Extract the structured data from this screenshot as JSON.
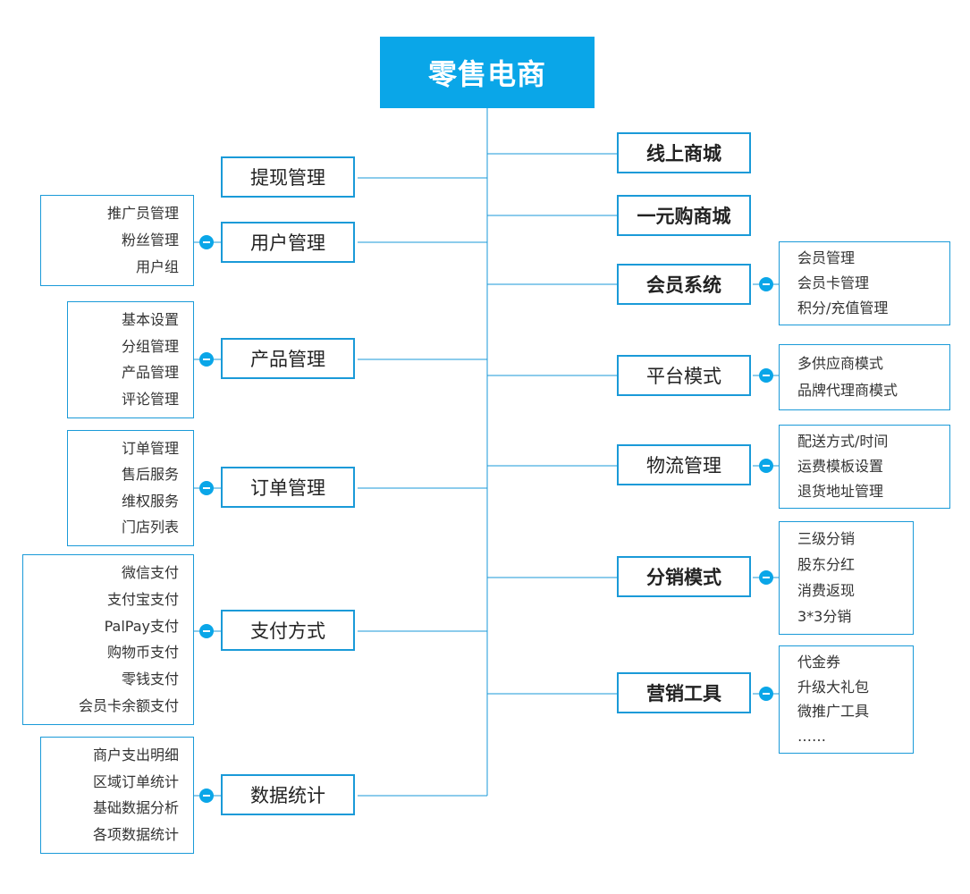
{
  "root": {
    "title": "零售电商"
  },
  "left_modules": [
    {
      "label": "提现管理",
      "items": []
    },
    {
      "label": "用户管理",
      "items": [
        "推广员管理",
        "粉丝管理",
        "用户组"
      ]
    },
    {
      "label": "产品管理",
      "items": [
        "基本设置",
        "分组管理",
        "产品管理",
        "评论管理"
      ]
    },
    {
      "label": "订单管理",
      "items": [
        "订单管理",
        "售后服务",
        "维权服务",
        "门店列表"
      ]
    },
    {
      "label": "支付方式",
      "items": [
        "微信支付",
        "支付宝支付",
        "PalPay支付",
        "购物币支付",
        "零钱支付",
        "会员卡余额支付"
      ]
    },
    {
      "label": "数据统计",
      "items": [
        "商户支出明细",
        "区域订单统计",
        "基础数据分析",
        "各项数据统计"
      ]
    }
  ],
  "right_modules": [
    {
      "label": "线上商城",
      "bold": true,
      "items": []
    },
    {
      "label": "一元购商城",
      "bold": true,
      "items": []
    },
    {
      "label": "会员系统",
      "bold": true,
      "items": [
        "会员管理",
        "会员卡管理",
        "积分/充值管理"
      ]
    },
    {
      "label": "平台模式",
      "bold": false,
      "items": [
        "多供应商模式",
        "品牌代理商模式"
      ]
    },
    {
      "label": "物流管理",
      "bold": false,
      "items": [
        "配送方式/时间",
        "运费模板设置",
        "退货地址管理"
      ]
    },
    {
      "label": "分销模式",
      "bold": true,
      "items": [
        "三级分销",
        "股东分红",
        "消费返现",
        "3*3分销"
      ]
    },
    {
      "label": "营销工具",
      "bold": true,
      "items": [
        "代金券",
        "升级大礼包",
        "微推广工具",
        "……"
      ]
    }
  ],
  "colors": {
    "accent": "#0aa6e8",
    "border": "#1a9ad8"
  }
}
